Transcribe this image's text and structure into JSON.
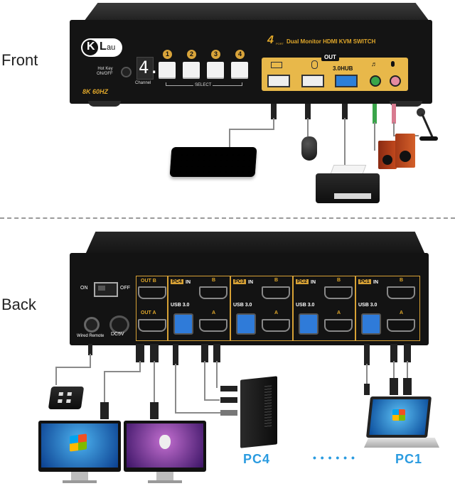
{
  "labels": {
    "front": "Front",
    "back": "Back"
  },
  "front_panel": {
    "brand": "KLau",
    "brand_k": "K",
    "brand_l": "L",
    "brand_au": "au",
    "resolution": "8K 60HZ",
    "hotkey": "Hot Key\nON/OFF",
    "channel_display": "4.",
    "channel_label": "Channel",
    "buttons": [
      "1",
      "2",
      "3",
      "4"
    ],
    "select_label": "SELECT",
    "title_num": "4",
    "title_port": "PORT",
    "title": "Dual Monitor HDMI KVM SWITCH",
    "out_badge": "OUT",
    "usb_hub_label": "3.0HUB"
  },
  "back_panel": {
    "power_on": "ON",
    "power_off": "OFF",
    "dc_label": "DC5V",
    "wired_remote": "Wired Remote",
    "out_label": "OUT",
    "out_b": "B",
    "out_a": "A",
    "pc_groups": [
      {
        "pc": "PC4",
        "in": "IN",
        "usb": "USB 3.0",
        "b": "B",
        "a": "A"
      },
      {
        "pc": "PC3",
        "in": "IN",
        "usb": "USB 3.0",
        "b": "B",
        "a": "A"
      },
      {
        "pc": "PC2",
        "in": "IN",
        "usb": "USB 3.0",
        "b": "B",
        "a": "A"
      },
      {
        "pc": "PC1",
        "in": "IN",
        "usb": "USB 3.0",
        "b": "B",
        "a": "A"
      }
    ]
  },
  "bottom_labels": {
    "pc4": "PC4",
    "dots": "• • • • • •",
    "pc1": "PC1"
  },
  "colors": {
    "panel": "#141414",
    "gold": "#e0a72a",
    "pc_label": "#2a9be0",
    "usb_blue": "#2c7fd8"
  }
}
